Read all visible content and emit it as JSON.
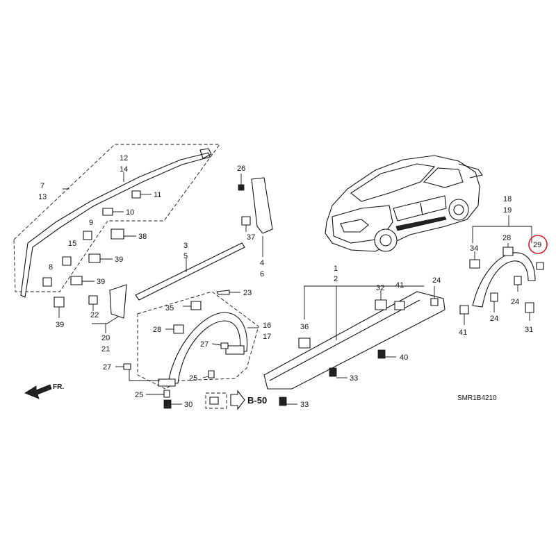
{
  "diagram": {
    "code": "SMR1B4210",
    "front_label": "FR.",
    "ref_label": "B-50",
    "highlight_color": "#d61a2c",
    "highlighted_part": "29",
    "labels": {
      "l7": "7",
      "l13": "13",
      "l12": "12",
      "l14": "14",
      "l11": "11",
      "l10": "10",
      "l9": "9",
      "l15": "15",
      "l38": "38",
      "l39a": "39",
      "l8": "8",
      "l39b": "39",
      "l39c": "39",
      "l26": "26",
      "l37": "37",
      "l4": "4",
      "l6": "6",
      "l3": "3",
      "l5": "5",
      "l22": "22",
      "l20": "20",
      "l21": "21",
      "l23": "23",
      "l35": "35",
      "l28a": "28",
      "l16": "16",
      "l17": "17",
      "l27a": "27",
      "l27b": "27",
      "l25a": "25",
      "l25b": "25",
      "l30": "30",
      "l1": "1",
      "l2": "2",
      "l32": "32",
      "l41a": "41",
      "l24a": "24",
      "l36": "36",
      "l40": "40",
      "l33a": "33",
      "l33b": "33",
      "l18": "18",
      "l19": "19",
      "l34": "34",
      "l28b": "28",
      "l29": "29",
      "l24b": "24",
      "l24c": "24",
      "l41b": "41",
      "l31": "31"
    }
  }
}
